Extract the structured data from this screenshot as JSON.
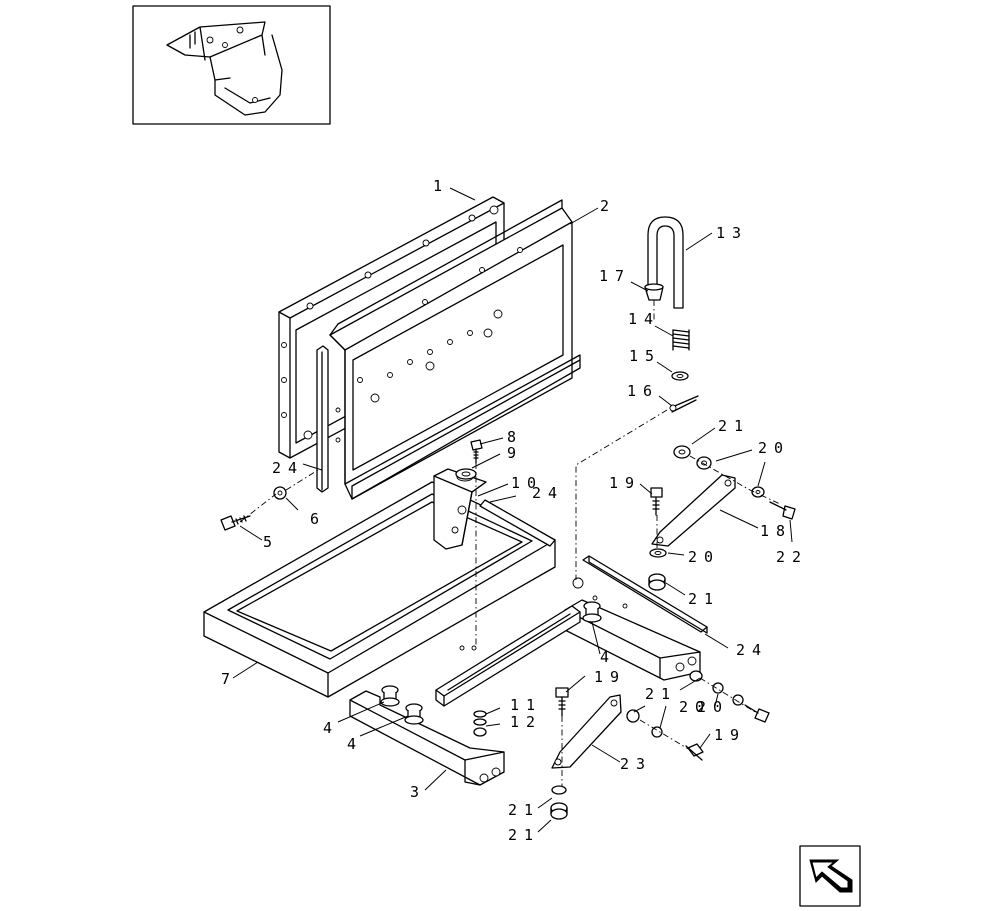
{
  "callouts": {
    "c1": "1",
    "c2": "2",
    "c3": "3",
    "c4a": "4",
    "c4b": "4",
    "c4c": "4",
    "c5": "5",
    "c6": "6",
    "c7": "7",
    "c8": "8",
    "c9": "9",
    "c10": "10",
    "c11": "11",
    "c12": "12",
    "c13": "13",
    "c14": "14",
    "c15": "15",
    "c16": "16",
    "c17": "17",
    "c18": "18",
    "c19a": "19",
    "c19b": "19",
    "c19c": "19",
    "c20a": "20",
    "c20b": "20",
    "c20c": "20",
    "c20d": "20",
    "c21a": "21",
    "c21b": "21",
    "c21c": "21",
    "c21d": "21",
    "c21e": "21",
    "c22": "22",
    "c23": "23",
    "c24a": "24",
    "c24b": "24",
    "c24c": "24"
  }
}
